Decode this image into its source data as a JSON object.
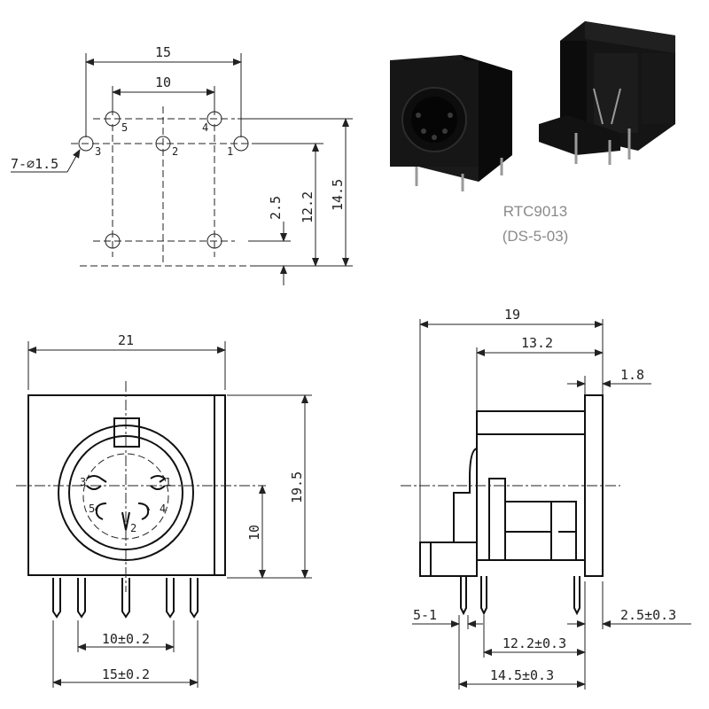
{
  "product": {
    "model": "RTC9013",
    "code": "(DS-5-03)"
  },
  "footprint": {
    "dim_width_outer": "15",
    "dim_width_inner": "10",
    "dim_hole_spec": "7-⌀1.5",
    "dim_2_5": "2.5",
    "dim_12_2": "12.2",
    "dim_14_5": "14.5",
    "pin_labels": [
      "5",
      "4",
      "3",
      "2",
      "1"
    ]
  },
  "front_view": {
    "dim_width": "21",
    "dim_height": "19.5",
    "dim_center": "10",
    "dim_pin_inner": "10±0.2",
    "dim_pin_outer": "15±0.2",
    "pin_labels": [
      "3",
      "1",
      "5",
      "2",
      "4"
    ]
  },
  "side_view": {
    "dim_depth": "19",
    "dim_body": "13.2",
    "dim_flange": "1.8",
    "dim_pin_width": "5-1",
    "dim_offset": "2.5±0.3",
    "dim_12_2": "12.2±0.3",
    "dim_14_5": "14.5±0.3"
  },
  "colors": {
    "line": "#222222",
    "part_body": "#111111",
    "caption": "#8a8a8a"
  }
}
